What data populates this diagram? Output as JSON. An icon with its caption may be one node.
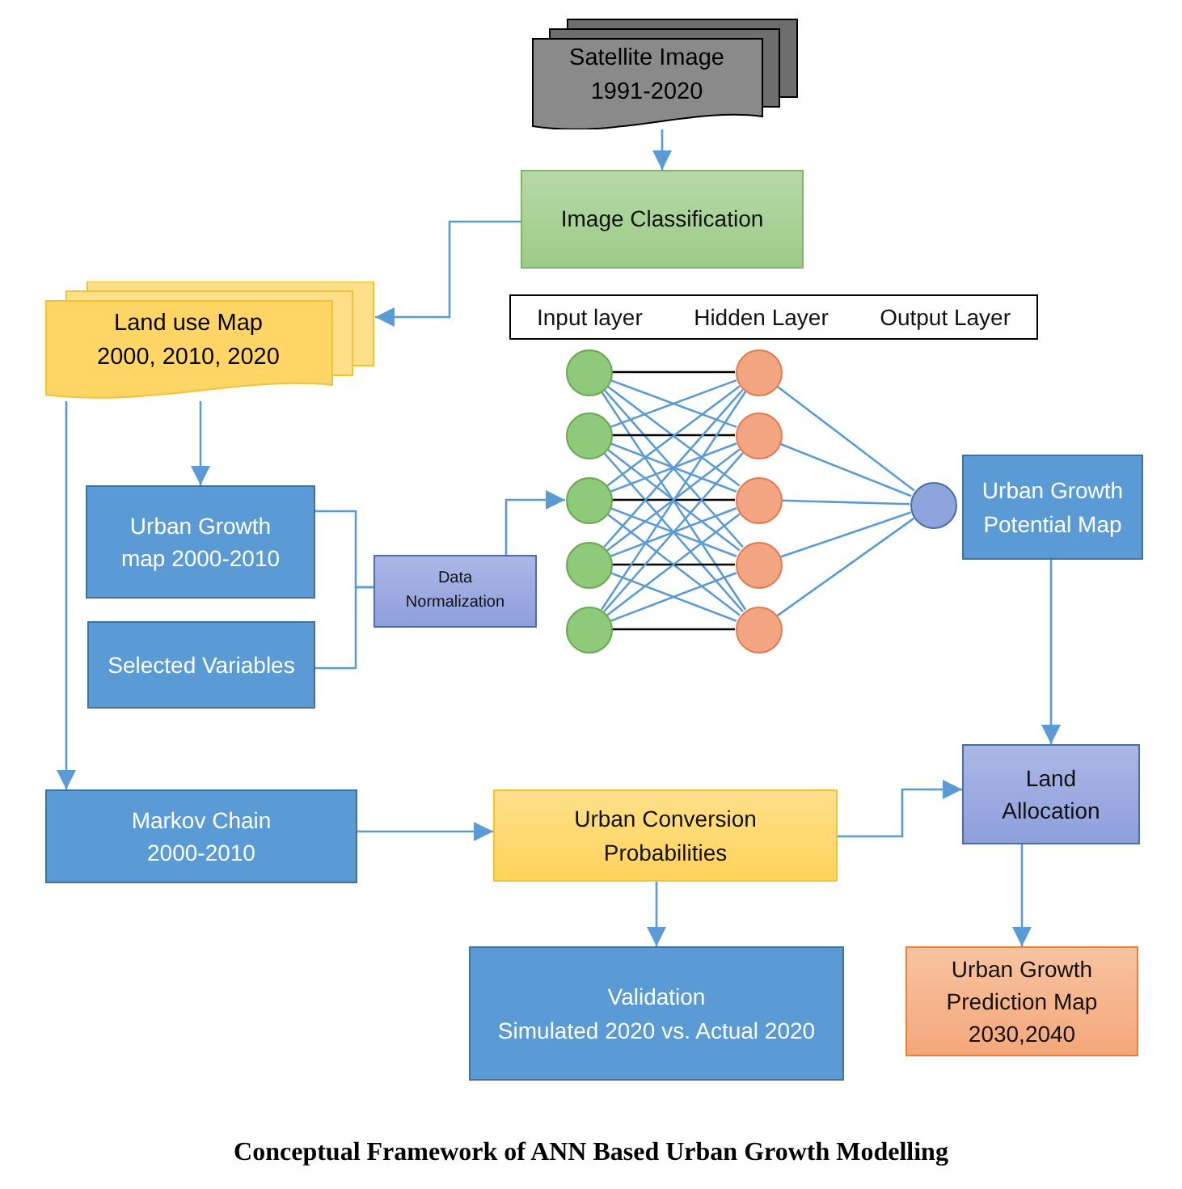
{
  "diagram": {
    "caption": "Conceptual Framework of ANN Based Urban Growth Modelling",
    "nodes": [
      {
        "text": [
          "Satellite Image 1991-2020"
        ]
      },
      {
        "text": [
          "Image Classification"
        ]
      },
      {
        "text": [
          "Land use Map 2000, 2010, 2020"
        ]
      },
      {
        "text": [
          "Urban Growth map 2000-2010"
        ]
      },
      {
        "text": [
          "Selected Variables"
        ]
      },
      {
        "text": [
          "Data Normalization"
        ]
      },
      {
        "text": [
          "Input layer",
          "Hidden Layer",
          "Output Layer"
        ]
      },
      {
        "text": [],
        "shape": "circle"
      },
      {
        "text": [],
        "shape": "circle"
      },
      {
        "text": [],
        "shape": "circle"
      },
      {
        "text": [],
        "shape": "circle"
      },
      {
        "text": [],
        "shape": "circle"
      },
      {
        "text": [],
        "shape": "circle"
      },
      {
        "text": [],
        "shape": "circle"
      },
      {
        "text": [],
        "shape": "circle"
      },
      {
        "text": [],
        "shape": "circle"
      },
      {
        "text": [],
        "shape": "circle"
      },
      {
        "text": [],
        "shape": "circle"
      },
      {
        "text": [
          "Urban Growth Potential Map"
        ]
      },
      {
        "text": [
          "Markov Chain 2000-2010"
        ]
      },
      {
        "text": [
          "Urban Conversion Probabilities"
        ]
      },
      {
        "text": [
          "Land Allocation"
        ]
      },
      {
        "text": [
          "Validation",
          "Simulated 2020 vs. Actual 2020"
        ]
      },
      {
        "text": [
          "Urban Growth Prediction Map 2030,2040"
        ]
      }
    ],
    "edges": [
      {
        "from": 0,
        "to": 1,
        "arrow": "to"
      },
      {
        "from": 1,
        "to": 2,
        "arrow": "to"
      },
      {
        "from": 2,
        "to": 3,
        "arrow": "to"
      },
      {
        "from": 2,
        "to": 19,
        "arrow": "to"
      },
      {
        "from": 3,
        "to": 5,
        "arrow": "none"
      },
      {
        "from": 4,
        "to": 5,
        "arrow": "none"
      },
      {
        "from": 5,
        "to": 9,
        "arrow": "to"
      },
      {
        "from": 7,
        "to": 12,
        "arrow": "none",
        "color": "#000000"
      },
      {
        "from": 7,
        "to": 13,
        "arrow": "none"
      },
      {
        "from": 7,
        "to": 14,
        "arrow": "none"
      },
      {
        "from": 7,
        "to": 15,
        "arrow": "none"
      },
      {
        "from": 7,
        "to": 16,
        "arrow": "none"
      },
      {
        "from": 8,
        "to": 12,
        "arrow": "none"
      },
      {
        "from": 8,
        "to": 13,
        "arrow": "none",
        "color": "#000000"
      },
      {
        "from": 8,
        "to": 14,
        "arrow": "none"
      },
      {
        "from": 8,
        "to": 15,
        "arrow": "none"
      },
      {
        "from": 8,
        "to": 16,
        "arrow": "none"
      },
      {
        "from": 9,
        "to": 12,
        "arrow": "none"
      },
      {
        "from": 9,
        "to": 13,
        "arrow": "none"
      },
      {
        "from": 9,
        "to": 14,
        "arrow": "none",
        "color": "#000000"
      },
      {
        "from": 9,
        "to": 15,
        "arrow": "none"
      },
      {
        "from": 9,
        "to": 16,
        "arrow": "none"
      },
      {
        "from": 10,
        "to": 12,
        "arrow": "none"
      },
      {
        "from": 10,
        "to": 13,
        "arrow": "none"
      },
      {
        "from": 10,
        "to": 14,
        "arrow": "none"
      },
      {
        "from": 10,
        "to": 15,
        "arrow": "none",
        "color": "#000000"
      },
      {
        "from": 10,
        "to": 16,
        "arrow": "none"
      },
      {
        "from": 11,
        "to": 12,
        "arrow": "none"
      },
      {
        "from": 11,
        "to": 13,
        "arrow": "none"
      },
      {
        "from": 11,
        "to": 14,
        "arrow": "none"
      },
      {
        "from": 11,
        "to": 15,
        "arrow": "none"
      },
      {
        "from": 11,
        "to": 16,
        "arrow": "none",
        "color": "#000000"
      },
      {
        "from": 12,
        "to": 17,
        "arrow": "none"
      },
      {
        "from": 13,
        "to": 17,
        "arrow": "none"
      },
      {
        "from": 14,
        "to": 17,
        "arrow": "none"
      },
      {
        "from": 15,
        "to": 17,
        "arrow": "none"
      },
      {
        "from": 16,
        "to": 17,
        "arrow": "none"
      },
      {
        "from": 18,
        "to": 21,
        "arrow": "to"
      },
      {
        "from": 19,
        "to": 20,
        "arrow": "to"
      },
      {
        "from": 20,
        "to": 21,
        "arrow": "to"
      },
      {
        "from": 20,
        "to": 22,
        "arrow": "to"
      },
      {
        "from": 21,
        "to": 23,
        "arrow": "to"
      }
    ]
  }
}
